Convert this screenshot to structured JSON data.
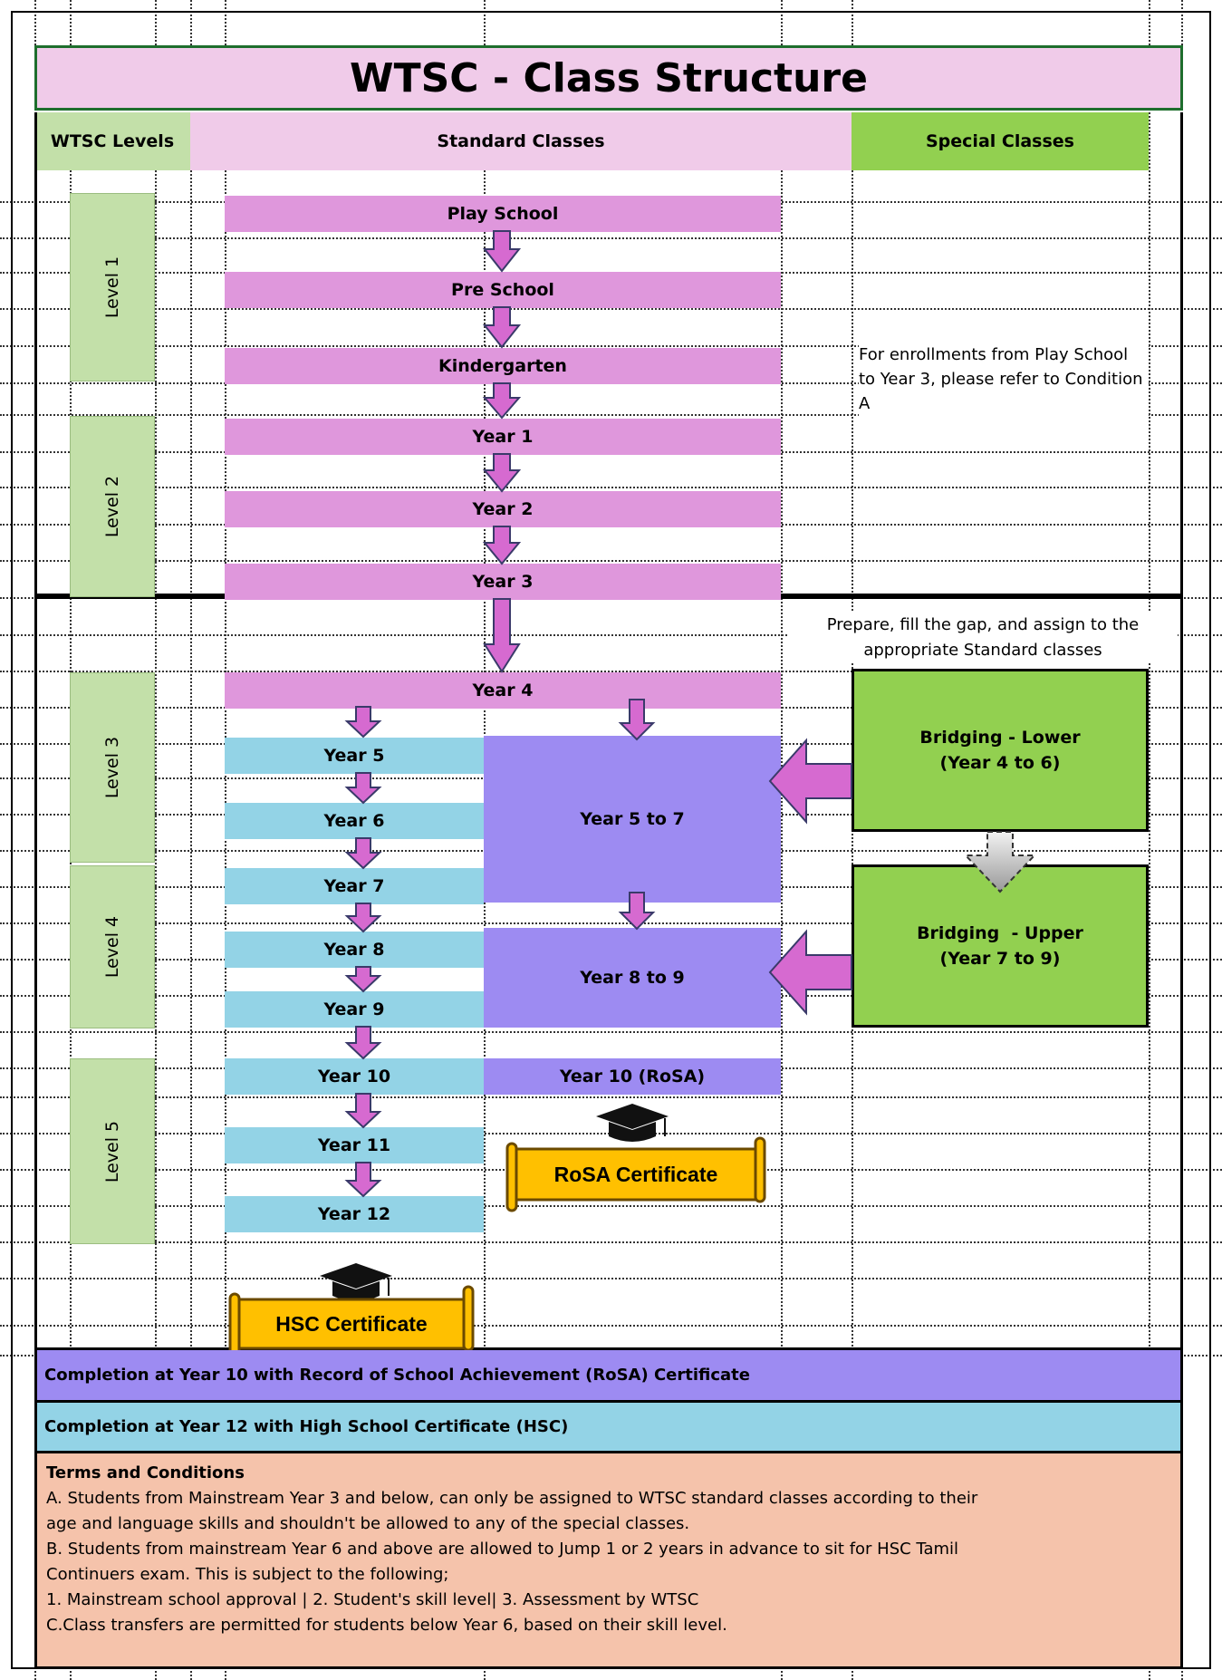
{
  "title": "WTSC - Class Structure",
  "headers": {
    "levels": "WTSC Levels",
    "standard": "Standard Classes",
    "special": "Special Classes"
  },
  "levels": [
    "Level 1",
    "Level 2",
    "Level 3",
    "Level 4",
    "Level 5"
  ],
  "standard_classes": {
    "play_school": "Play School",
    "pre_school": "Pre School",
    "kindergarten": "Kindergarten",
    "year1": "Year 1",
    "year2": "Year 2",
    "year3": "Year 3",
    "year4": "Year 4",
    "year5": "Year 5",
    "year6": "Year 6",
    "year7": "Year 7",
    "year8": "Year 8",
    "year9": "Year 9",
    "year10": "Year 10",
    "year11": "Year 11",
    "year12": "Year 12",
    "year5to7": "Year 5 to 7",
    "year8to9": "Year 8 to 9",
    "year10rosa": "Year 10 (RoSA)"
  },
  "special": {
    "condition_note": "For enrollments from Play School to Year 3, please refer to Condition A",
    "prepare_note_line1": "Prepare, fill the gap, and assign to the",
    "prepare_note_line2": "appropriate Standard classes",
    "bridging_lower_line1": "Bridging - Lower",
    "bridging_lower_line2": "(Year 4 to 6)",
    "bridging_upper_line1": "Bridging  - Upper",
    "bridging_upper_line2": "(Year 7 to 9)"
  },
  "certificates": {
    "rosa": "RoSA Certificate",
    "hsc": "HSC Certificate"
  },
  "completion": {
    "rosa": "Completion at Year 10 with Record of School Achievement (RoSA) Certificate",
    "hsc": "Completion at Year 12 with High School Certificate (HSC)"
  },
  "terms": {
    "heading": "Terms and Conditions",
    "a_line1": "A. Students from Mainstream Year 3 and below, can only be assigned to WTSC standard classes according to their",
    "a_line2": "age and language skills and shouldn't be allowed to any of the special classes.",
    "b_line1": "B. Students from mainstream Year 6 and above are allowed to Jump 1 or 2 years in advance to sit for HSC Tamil",
    "b_line2": "Continuers exam. This is subject to the following;",
    "b_line3": "1. Mainstream school approval | 2. Student's skill level| 3. Assessment by WTSC",
    "c_line1": "C.Class transfers are permitted for students below Year 6, based on their skill level."
  },
  "colors": {
    "title_bg": "#f0cbe9",
    "title_border": "#1e6e2d",
    "header_green": "#c3e0a9",
    "special_green": "#92d050",
    "standard_pink": "#df97dc",
    "arrow_pink": "#d66ad0",
    "year_blue": "#93d3e6",
    "range_purple": "#9d8bf2",
    "terms_bg": "#f5c3ab",
    "cert_gold": "#ffc000"
  }
}
